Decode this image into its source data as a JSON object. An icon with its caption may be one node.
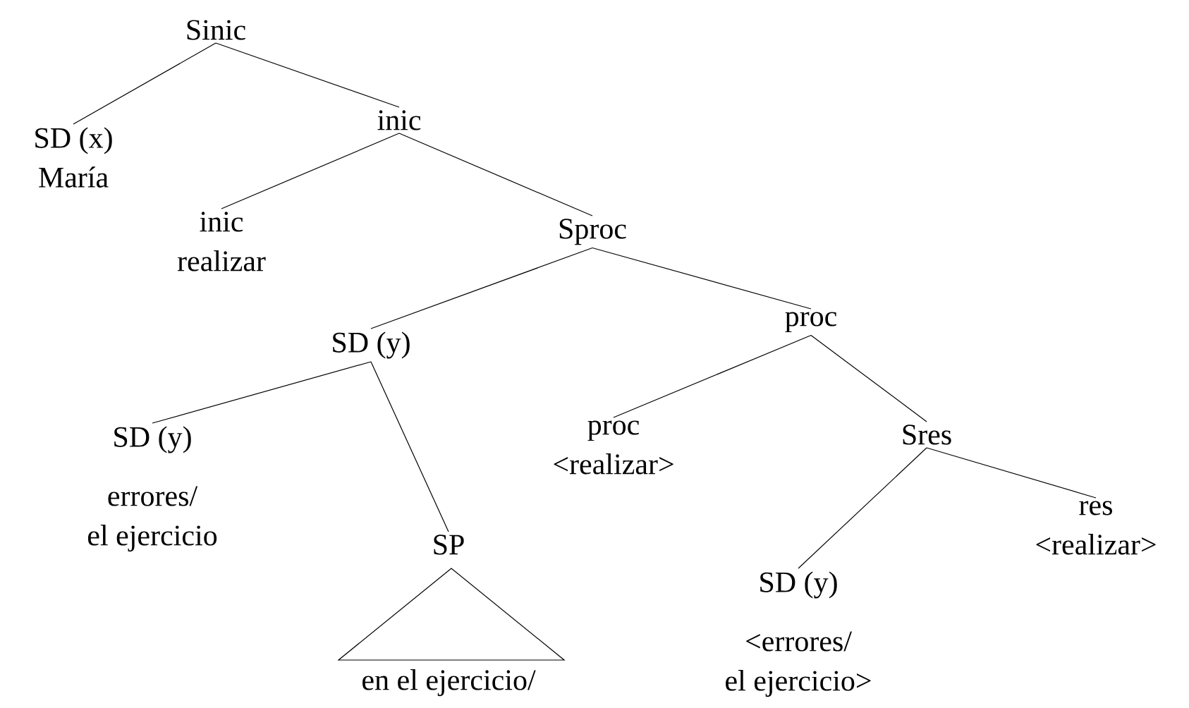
{
  "diagram": {
    "nodes": [
      {
        "text": [
          "Sinic"
        ]
      },
      {
        "text": [
          "SD (x)",
          "María"
        ]
      },
      {
        "text": [
          "inic"
        ]
      },
      {
        "text": [
          "inic",
          "realizar"
        ]
      },
      {
        "text": [
          "Sproc"
        ]
      },
      {
        "text": [
          "SD (y)"
        ]
      },
      {
        "text": [
          "proc"
        ]
      },
      {
        "text": [
          "SD (y)",
          "errores/ el ejercicio"
        ]
      },
      {
        "text": [
          "SP",
          "en el ejercicio/"
        ]
      },
      {
        "text": [
          "proc",
          "<realizar>"
        ]
      },
      {
        "text": [
          "Sres"
        ]
      },
      {
        "text": [
          "SD (y)",
          "<errores/ el ejercicio>"
        ]
      },
      {
        "text": [
          "res",
          "<realizar>"
        ]
      }
    ],
    "edges": [
      {
        "from": 0,
        "to": 1,
        "arrow": "none"
      },
      {
        "from": 0,
        "to": 2,
        "arrow": "none"
      },
      {
        "from": 2,
        "to": 3,
        "arrow": "none"
      },
      {
        "from": 2,
        "to": 4,
        "arrow": "none"
      },
      {
        "from": 4,
        "to": 5,
        "arrow": "none"
      },
      {
        "from": 4,
        "to": 6,
        "arrow": "none"
      },
      {
        "from": 5,
        "to": 7,
        "arrow": "none"
      },
      {
        "from": 5,
        "to": 8,
        "arrow": "none"
      },
      {
        "from": 6,
        "to": 9,
        "arrow": "none"
      },
      {
        "from": 6,
        "to": 10,
        "arrow": "none"
      },
      {
        "from": 10,
        "to": 11,
        "arrow": "none"
      },
      {
        "from": 10,
        "to": 12,
        "arrow": "none"
      }
    ]
  }
}
